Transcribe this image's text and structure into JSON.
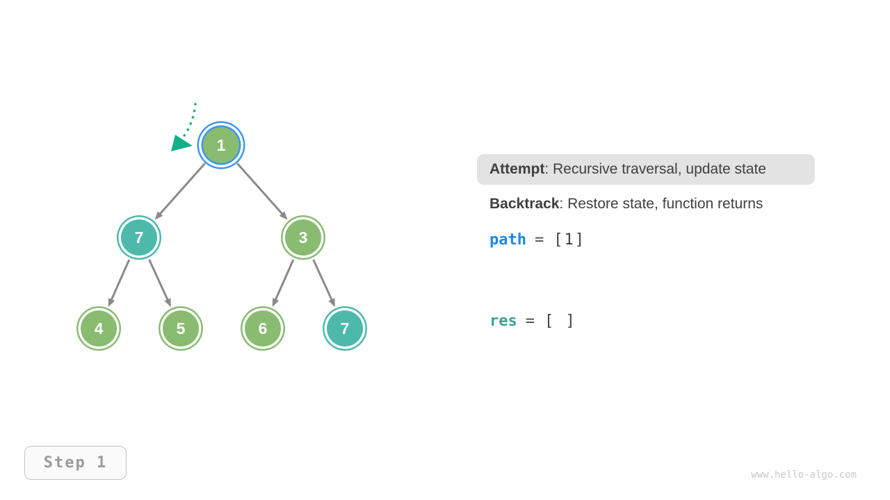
{
  "colors": {
    "node_green": "#89BB71",
    "node_teal": "#4CB9AB",
    "highlight_ring_blue": "#3D96F0",
    "edge_gray": "#8A8A8A",
    "entry_arrow_teal": "#12B189",
    "path_var_blue": "#1E88E5",
    "res_var_teal": "#3BA291",
    "text_dark": "#3F3F3F",
    "attempt_box_bg": "#E3E3E3",
    "step_text_gray": "#9A9A9A"
  },
  "tree": {
    "nodes": [
      {
        "label": "1",
        "color": "green",
        "highlighted": true
      },
      {
        "label": "7",
        "color": "teal",
        "highlighted": false
      },
      {
        "label": "3",
        "color": "green",
        "highlighted": false
      },
      {
        "label": "4",
        "color": "green",
        "highlighted": false
      },
      {
        "label": "5",
        "color": "green",
        "highlighted": false
      },
      {
        "label": "6",
        "color": "green",
        "highlighted": false
      },
      {
        "label": "7",
        "color": "teal",
        "highlighted": false
      }
    ]
  },
  "panel": {
    "attempt": {
      "label": "Attempt",
      "text": ": Recursive traversal, update state"
    },
    "backtrack": {
      "label": "Backtrack",
      "text": ": Restore state, function returns"
    },
    "path": {
      "var": "path",
      "op": "=",
      "value": "[1]"
    },
    "res": {
      "var": "res",
      "op": "=",
      "value": "[ ]"
    }
  },
  "step_badge": {
    "label": "Step 1"
  },
  "watermark": "www.hello-algo.com"
}
